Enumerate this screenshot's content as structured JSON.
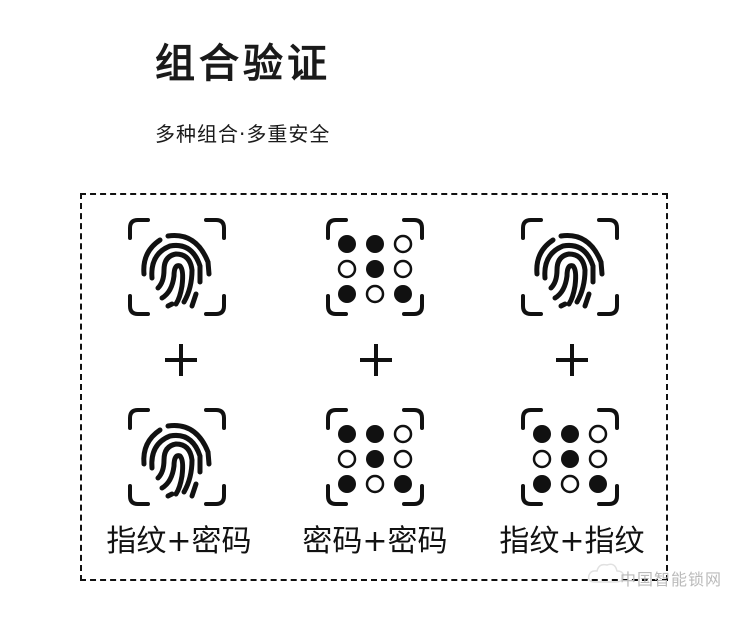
{
  "header": {
    "title": "组合验证",
    "subtitle": "多种组合·多重安全"
  },
  "combos": [
    {
      "top_icon": "fingerprint-icon",
      "bottom_icon": "fingerprint-icon",
      "operator": "+",
      "label": "指纹+密码"
    },
    {
      "top_icon": "password-grid-icon",
      "bottom_icon": "password-grid-icon",
      "operator": "+",
      "label": "密码+密码"
    },
    {
      "top_icon": "fingerprint-icon",
      "bottom_icon": "password-grid-icon",
      "operator": "+",
      "label": "指纹+指纹"
    }
  ],
  "watermark": {
    "text": "中国智能锁网"
  },
  "colors": {
    "foreground": "#111111",
    "background": "#ffffff"
  }
}
